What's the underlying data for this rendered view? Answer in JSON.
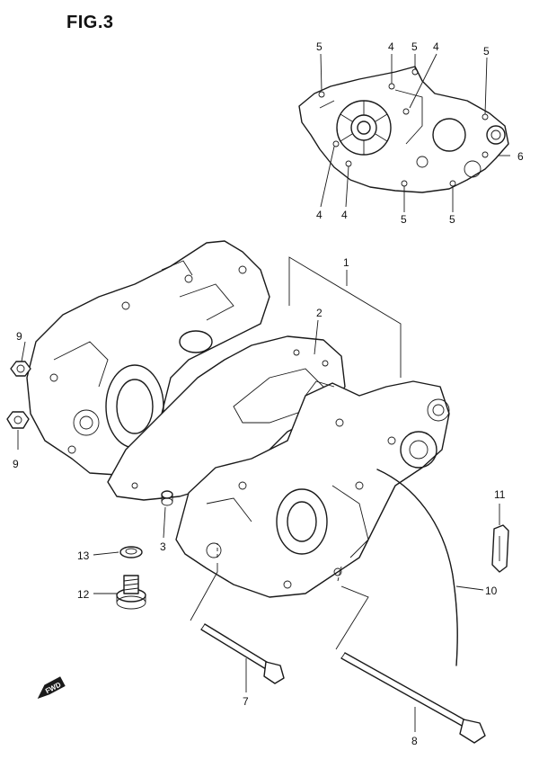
{
  "figure": {
    "title": "FIG.3"
  },
  "callouts": {
    "c1": "1",
    "c2": "2",
    "c3": "3",
    "c4a": "4",
    "c4b": "4",
    "c4c": "4",
    "c4d": "4",
    "c5a": "5",
    "c5b": "5",
    "c5c": "5",
    "c5d": "5",
    "c5e": "5",
    "c6": "6",
    "c7": "7",
    "c8": "8",
    "c9a": "9",
    "c9b": "9",
    "c10": "10",
    "c11": "11",
    "c12": "12",
    "c13": "13"
  },
  "direction_indicator": {
    "label": "FWD"
  }
}
